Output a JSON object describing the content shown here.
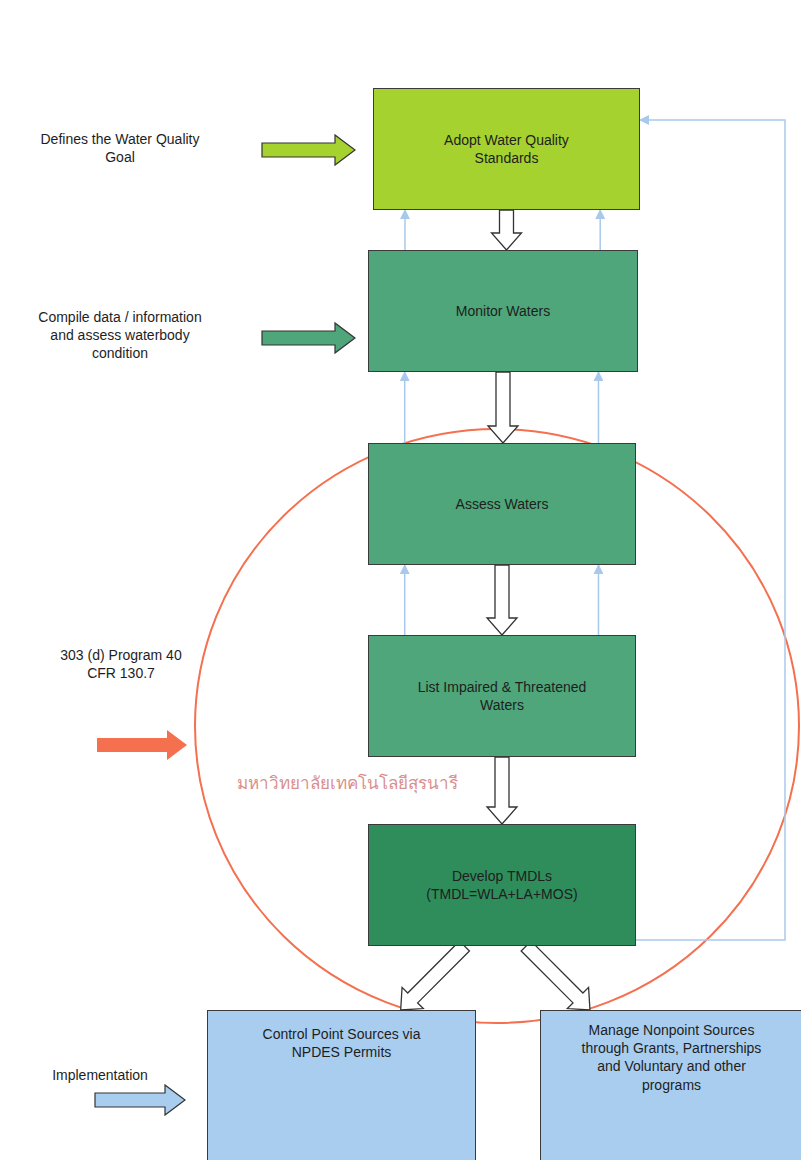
{
  "diagram": {
    "nodes": [
      {
        "text": [
          "Adopt Water Quality Standards"
        ]
      },
      {
        "text": [
          "Monitor Waters"
        ]
      },
      {
        "text": [
          "Assess Waters"
        ]
      },
      {
        "text": [
          "List Impaired & Threatened Waters"
        ]
      },
      {
        "text": [
          "Develop TMDLs (TMDL=WLA+LA+MOS)"
        ]
      },
      {
        "text": [
          "Control Point Sources via NPDES Permits"
        ]
      },
      {
        "text": [
          "Manage Nonpoint Sources through Grants, Partnerships and Voluntary and other programs"
        ]
      }
    ],
    "edges": [
      {
        "from": 0,
        "to": 1,
        "arrow": "to"
      },
      {
        "from": 1,
        "to": 2,
        "arrow": "to"
      },
      {
        "from": 2,
        "to": 3,
        "arrow": "to"
      },
      {
        "from": 3,
        "to": 4,
        "arrow": "to"
      },
      {
        "from": 4,
        "to": 5,
        "arrow": "to"
      },
      {
        "from": 4,
        "to": 6,
        "arrow": "to"
      },
      {
        "from": 1,
        "to": 0,
        "arrow": "to"
      },
      {
        "from": 1,
        "to": 0,
        "arrow": "to"
      },
      {
        "from": 2,
        "to": 1,
        "arrow": "to"
      },
      {
        "from": 2,
        "to": 1,
        "arrow": "to"
      },
      {
        "from": 3,
        "to": 2,
        "arrow": "to"
      },
      {
        "from": 3,
        "to": 2,
        "arrow": "to"
      },
      {
        "from": 4,
        "to": 0,
        "arrow": "to"
      }
    ],
    "labels": [
      "Defines the Water Quality Goal",
      "Compile data / information and assess waterbody condition",
      "303 (d) Program 40 CFR 130.7",
      "Implementation",
      "มหาวิทยาลัยเทคโนโลยีสุรนารี"
    ]
  }
}
